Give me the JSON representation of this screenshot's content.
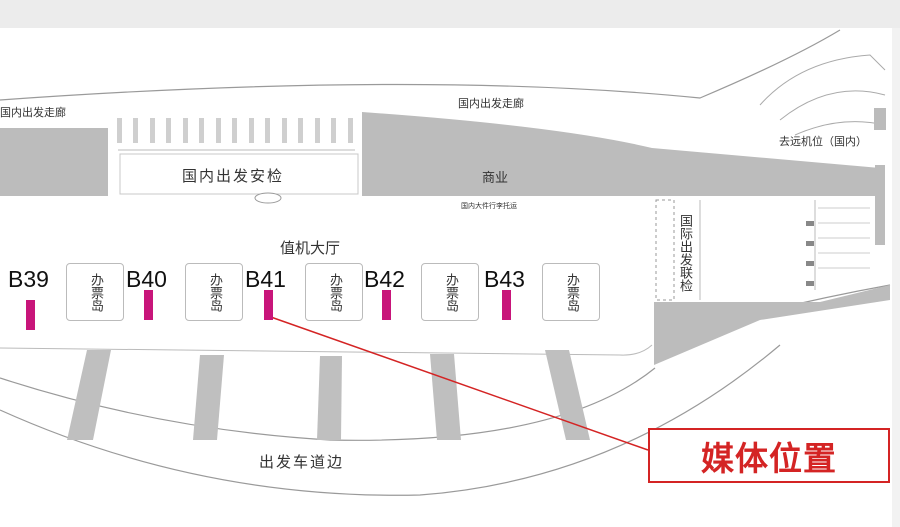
{
  "map": {
    "areas": {
      "corridor_left": "国内出发走廊",
      "corridor_center": "国内出发走廊",
      "remote_stand": "去远机位（国内）",
      "security": "国内出发安检",
      "commerce": "商业",
      "baggage": "国内大件行李托运",
      "checkin_hall": "值机大厅",
      "transfer": "国际出发联检",
      "curbside": "出发车道边"
    },
    "gates": [
      "B39",
      "B40",
      "B41",
      "B42",
      "B43"
    ],
    "counter_label": "办票岛",
    "media_label": "媒体位置"
  },
  "colors": {
    "gate_marker": "#c8157a",
    "media_accent": "#d42424",
    "building_gray": "#bcbcbc"
  }
}
